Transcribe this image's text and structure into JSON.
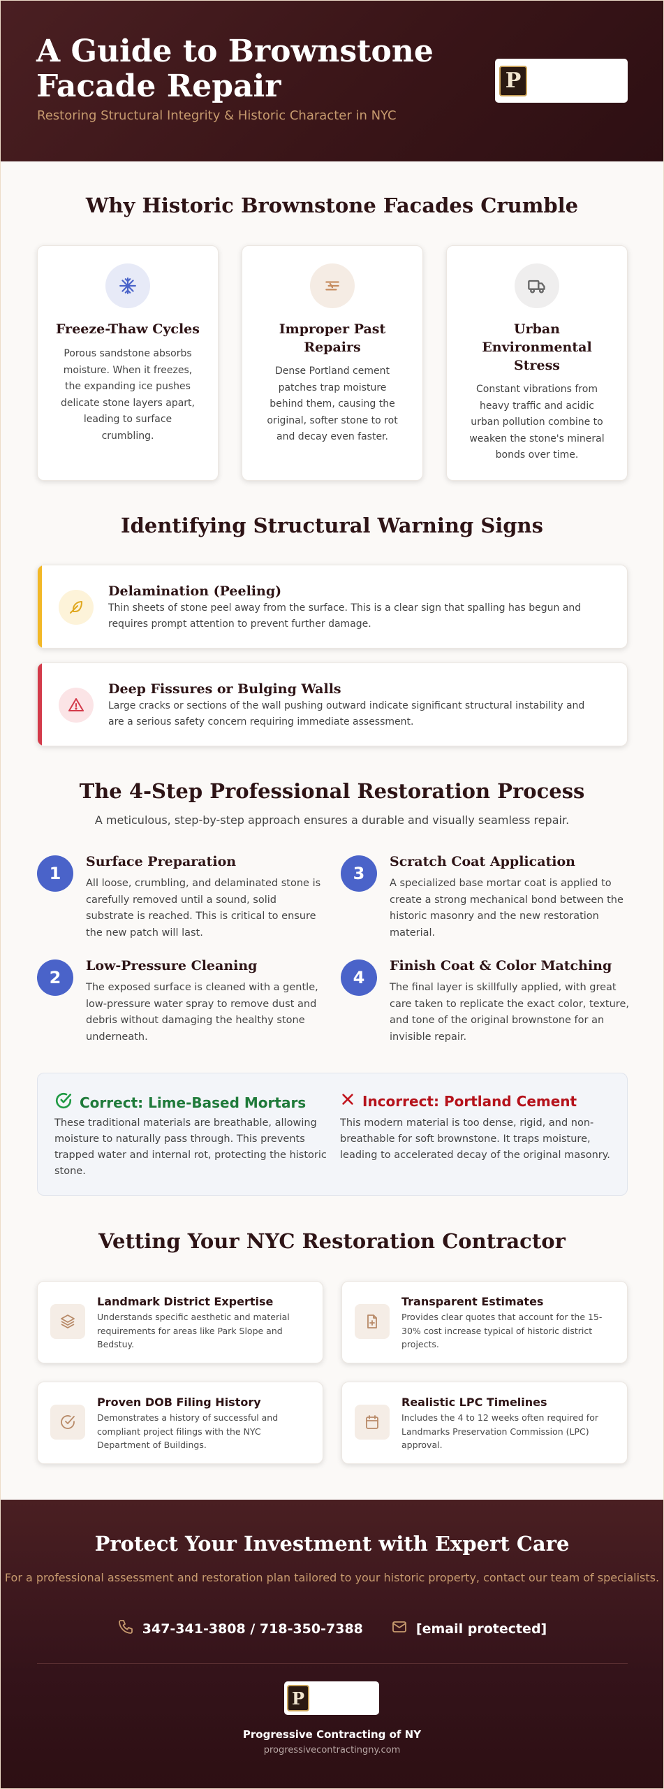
{
  "header": {
    "title": "A Guide to Brownstone Facade Repair",
    "subtitle": "Restoring Structural Integrity & Historic Character in NYC",
    "logo_letter": "P"
  },
  "causes": {
    "title": "Why Historic Brownstone Facades Crumble",
    "items": [
      {
        "icon": "snowflake-icon",
        "title": "Freeze-Thaw Cycles",
        "body": "Porous sandstone absorbs moisture. When it freezes, the expanding ice pushes delicate stone layers apart, leading to surface crumbling."
      },
      {
        "icon": "layers-bars-icon",
        "title": "Improper Past Repairs",
        "body": "Dense Portland cement patches trap moisture behind them, causing the original, softer stone to rot and decay even faster."
      },
      {
        "icon": "truck-icon",
        "title": "Urban Environmental Stress",
        "body": "Constant vibrations from heavy traffic and acidic urban pollution combine to weaken the stone's mineral bonds over time."
      }
    ]
  },
  "warnings": {
    "title": "Identifying Structural Warning Signs",
    "items": [
      {
        "icon": "feather-icon",
        "title": "Delamination (Peeling)",
        "body": "Thin sheets of stone peel away from the surface. This is a clear sign that spalling has begun and requires prompt attention to prevent further damage.",
        "color": "#f2b827"
      },
      {
        "icon": "warning-triangle-icon",
        "title": "Deep Fissures or Bulging Walls",
        "body": "Large cracks or sections of the wall pushing outward indicate significant structural instability and are a serious safety concern requiring immediate assessment.",
        "color": "#d33a4a"
      }
    ]
  },
  "process": {
    "title": "The 4-Step Professional Restoration Process",
    "intro": "A meticulous, step-by-step approach ensures a durable and visually seamless repair.",
    "steps": [
      {
        "num": "1",
        "title": "Surface Preparation",
        "body": "All loose, crumbling, and delaminated stone is carefully removed until a sound, solid substrate is reached. This is critical to ensure the new patch will last."
      },
      {
        "num": "2",
        "title": "Low-Pressure Cleaning",
        "body": "The exposed surface is cleaned with a gentle, low-pressure water spray to remove dust and debris without damaging the healthy stone underneath."
      },
      {
        "num": "3",
        "title": "Scratch Coat Application",
        "body": "A specialized base mortar coat is applied to create a strong mechanical bond between the historic masonry and the new restoration material."
      },
      {
        "num": "4",
        "title": "Finish Coat & Color Matching",
        "body": "The final layer is skillfully applied, with great care taken to replicate the exact color, texture, and tone of the original brownstone for an invisible repair."
      }
    ]
  },
  "comparison": {
    "correct": {
      "title": "Correct: Lime-Based Mortars",
      "body": "These traditional materials are breathable, allowing moisture to naturally pass through. This prevents trapped water and internal rot, protecting the historic stone.",
      "color": "#1f7a3a"
    },
    "incorrect": {
      "title": "Incorrect: Portland Cement",
      "body": "This modern material is too dense, rigid, and non-breathable for soft brownstone. It traps moisture, leading to accelerated decay of the original masonry.",
      "color": "#b5121b"
    }
  },
  "vetting": {
    "title": "Vetting Your NYC Restoration Contractor",
    "items": [
      {
        "icon": "layers-icon",
        "title": "Landmark District Expertise",
        "body": "Understands specific aesthetic and material requirements for areas like Park Slope and Bedstuy."
      },
      {
        "icon": "file-plus-icon",
        "title": "Transparent Estimates",
        "body": "Provides clear quotes that account for the 15-30% cost increase typical of historic district projects."
      },
      {
        "icon": "check-circle-icon",
        "title": "Proven DOB Filing History",
        "body": "Demonstrates a history of successful and compliant project filings with the NYC Department of Buildings."
      },
      {
        "icon": "calendar-icon",
        "title": "Realistic LPC Timelines",
        "body": "Includes the 4 to 12 weeks often required for Landmarks Preservation Commission (LPC) approval."
      }
    ]
  },
  "footer": {
    "title": "Protect Your Investment with Expert Care",
    "subtitle": "For a professional assessment and restoration plan tailored to your historic property, contact our team of specialists.",
    "phone": "347-341-3808 / 718-350-7388",
    "email": "[email protected]",
    "company": "Progressive Contracting of NY",
    "domain": "progressivecontractingny.com"
  }
}
